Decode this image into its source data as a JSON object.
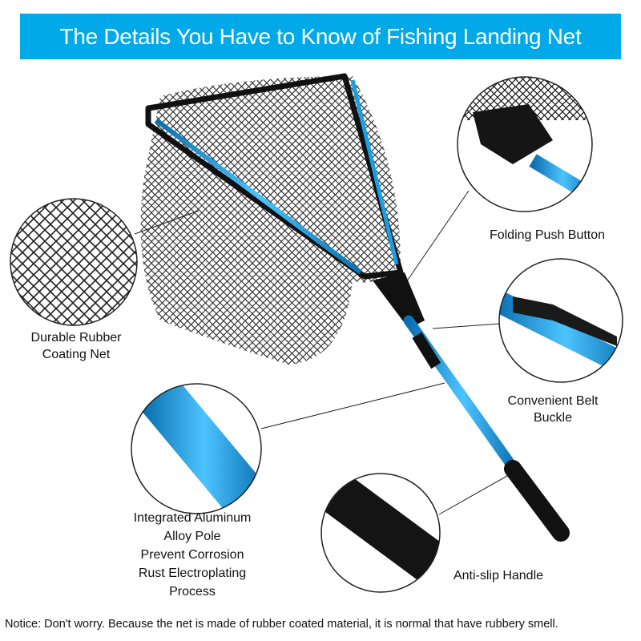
{
  "title": "The Details You Have to Know of Fishing Landing Net",
  "features": {
    "net": [
      "Durable Rubber",
      "Coating Net"
    ],
    "button": "Folding Push Button",
    "buckle": [
      "Convenient Belt",
      "Buckle"
    ],
    "pole": [
      "Integrated Aluminum",
      "Alloy Pole",
      "Prevent Corrosion",
      "Rust Electroplating",
      "Process"
    ],
    "handle": "Anti-slip Handle"
  },
  "notice": "Notice: Don't worry. Because the net is made of rubber coated material, it is normal that have rubbery smell.",
  "colors": {
    "banner": "#02a9e8",
    "pole": "#1a9fe0",
    "net": "#111111"
  }
}
